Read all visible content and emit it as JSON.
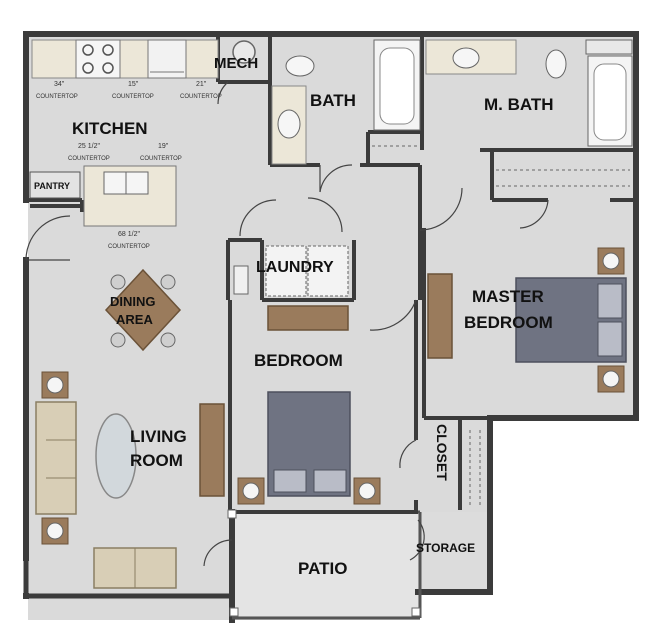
{
  "colors": {
    "floor": "#dadada",
    "wall": "#3b3b3b",
    "counter": "#ece7d8",
    "wood": "#9a7b5c",
    "bed": "#6f7382",
    "sofa": "#d8ceb6",
    "table_glass": "#d2d8dc",
    "patio": "#e4e4e4"
  },
  "rooms": {
    "kitchen": "KITCHEN",
    "mech": "MECH",
    "bath": "BATH",
    "master_bath": "M. BATH",
    "laundry": "LAUNDRY",
    "master_bedroom_1": "MASTER",
    "master_bedroom_2": "BEDROOM",
    "bedroom": "BEDROOM",
    "dining_1": "DINING",
    "dining_2": "AREA",
    "living_1": "LIVING",
    "living_2": "ROOM",
    "closet": "CLOSET",
    "patio": "PATIO",
    "storage": "STORAGE",
    "pantry": "PANTRY"
  },
  "dimensions": {
    "d34": "34\"",
    "d15": "15\"",
    "d21": "21\"",
    "d25": "25 1/2\"",
    "d19": "19\"",
    "d68": "68 1/2\"",
    "countertop": "COUNTERTOP"
  }
}
